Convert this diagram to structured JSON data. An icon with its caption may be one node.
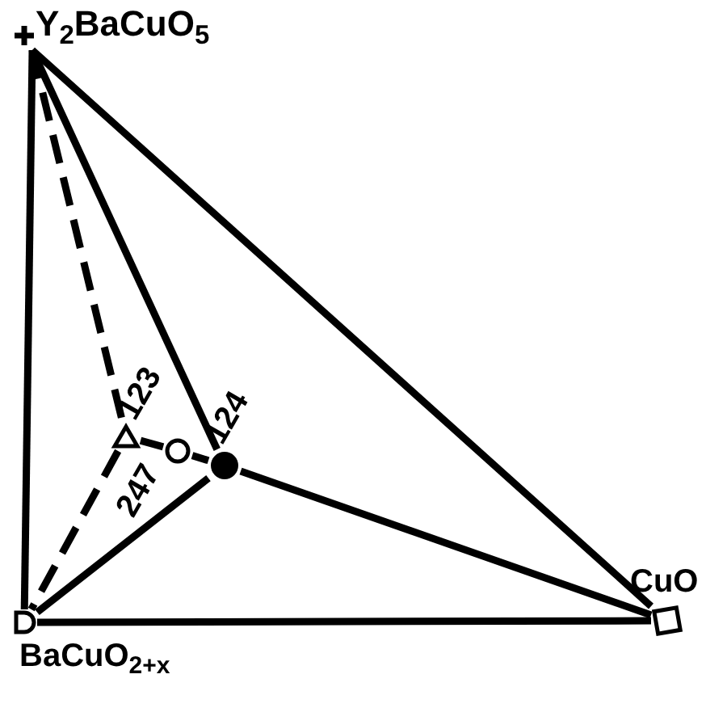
{
  "diagram": {
    "nodes": [
      {
        "text": [
          "Y$_{2}$BaCuO$_{5}$"
        ]
      },
      {
        "text": [
          "BaCuO$_{2+x}$"
        ]
      },
      {
        "text": [
          "CuO"
        ]
      },
      {
        "text": [
          "123"
        ]
      },
      {
        "text": [
          "247"
        ]
      },
      {
        "text": [
          "124"
        ]
      }
    ],
    "edges": [
      {
        "from": 0,
        "to": 1,
        "arrow": "none"
      },
      {
        "from": 0,
        "to": 2,
        "arrow": "none"
      },
      {
        "from": 1,
        "to": 2,
        "arrow": "none"
      },
      {
        "from": 0,
        "to": 5,
        "arrow": "none"
      },
      {
        "from": 5,
        "to": 2,
        "arrow": "none"
      },
      {
        "from": 5,
        "to": 1,
        "arrow": "none"
      },
      {
        "from": 0,
        "to": 3,
        "arrow": "none",
        "style": "dashed"
      },
      {
        "from": 3,
        "to": 1,
        "arrow": "none",
        "style": "dashed"
      },
      {
        "from": 3,
        "to": 4,
        "arrow": "none"
      },
      {
        "from": 4,
        "to": 5,
        "arrow": "none"
      }
    ]
  }
}
